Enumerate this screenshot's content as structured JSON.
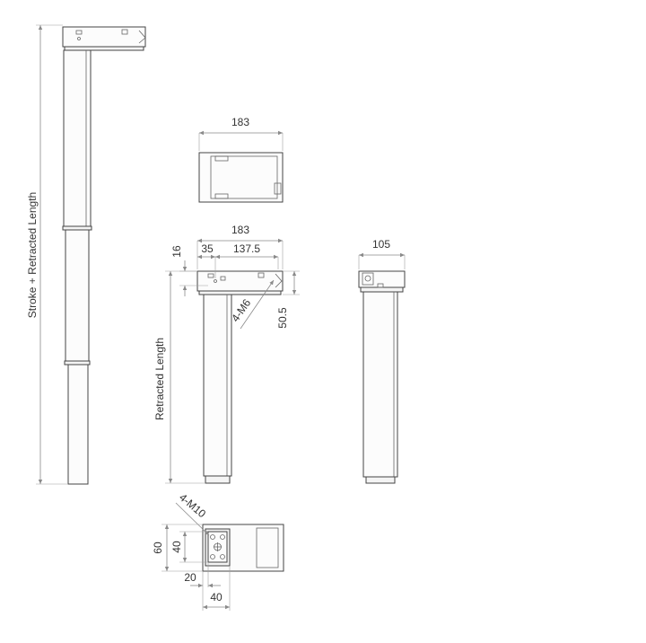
{
  "labels": {
    "stroke_retracted": "Stroke + Retracted Length",
    "retracted": "Retracted Length",
    "top_width": "183",
    "front_width": "183",
    "dim_35": "35",
    "dim_137_5": "137.5",
    "dim_16": "16",
    "dim_50_5": "50.5",
    "thread_m6": "4-M6",
    "side_width": "105",
    "thread_m10": "4-M10",
    "dim_60": "60",
    "dim_40_v": "40",
    "dim_20": "20",
    "dim_40_h": "40"
  }
}
